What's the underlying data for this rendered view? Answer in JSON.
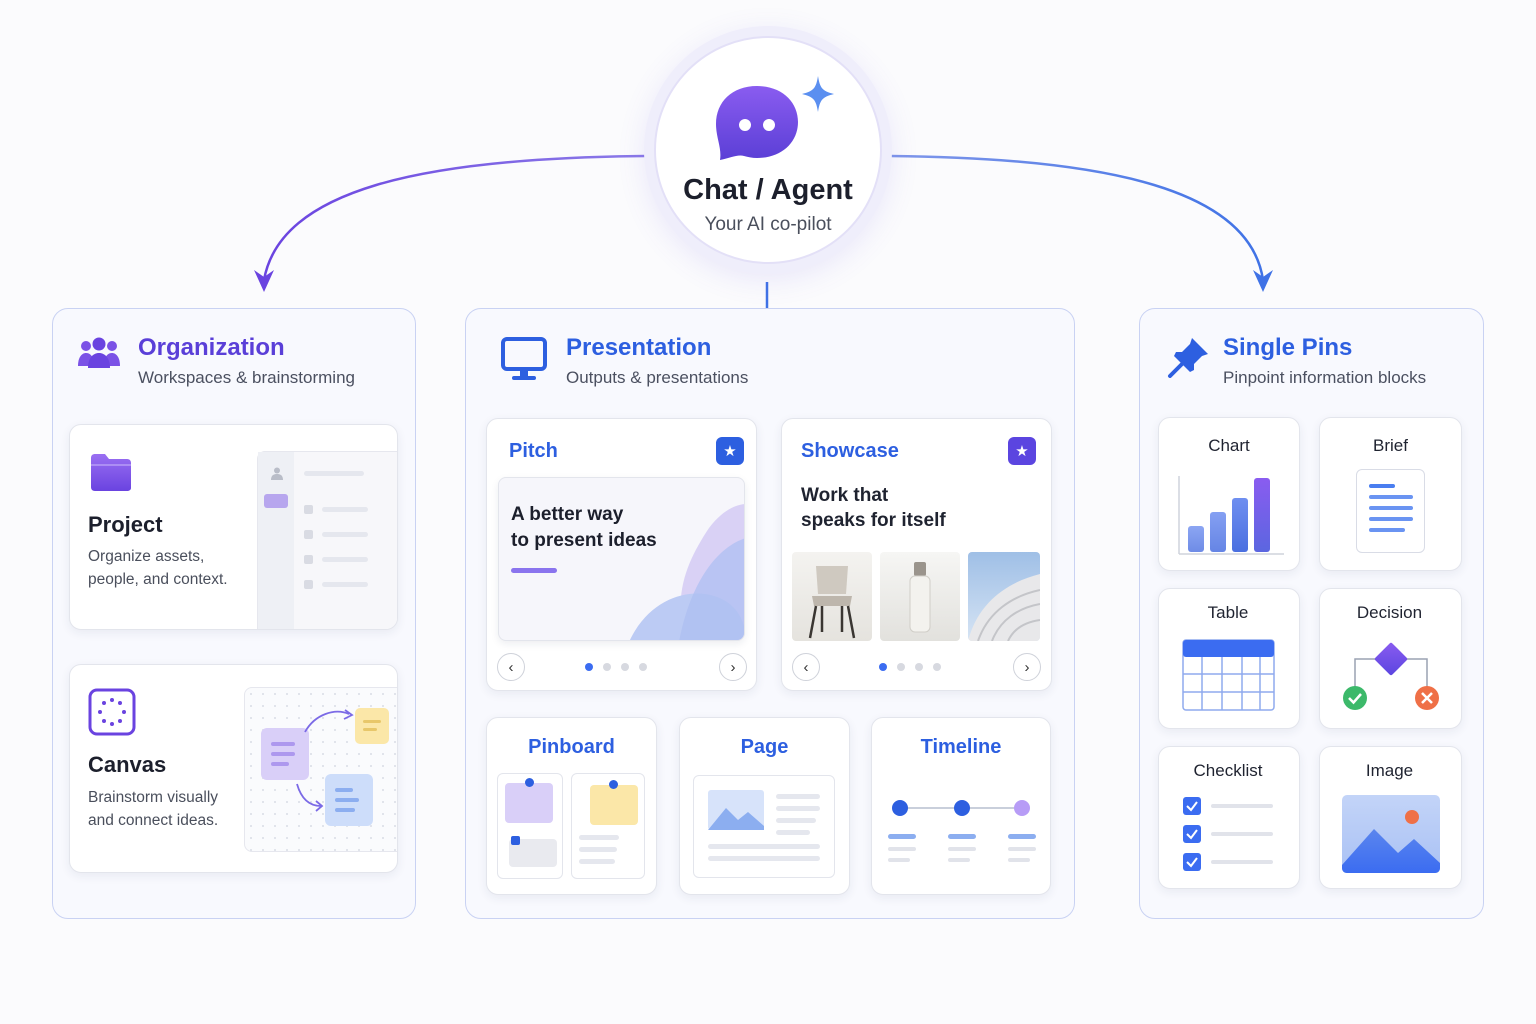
{
  "hub": {
    "title": "Chat / Agent",
    "subtitle": "Your AI co-pilot"
  },
  "organization": {
    "title": "Organization",
    "subtitle": "Workspaces & brainstorming",
    "project": {
      "title": "Project",
      "desc_line1": "Organize assets,",
      "desc_line2": "people, and context."
    },
    "canvas": {
      "title": "Canvas",
      "desc_line1": "Brainstorm visually",
      "desc_line2": "and connect ideas."
    }
  },
  "presentation": {
    "title": "Presentation",
    "subtitle": "Outputs & presentations",
    "pitch": {
      "title": "Pitch",
      "slide_line1": "A better way",
      "slide_line2": "to present ideas",
      "page": 1,
      "pages": 4
    },
    "showcase": {
      "title": "Showcase",
      "heading_line1": "Work that",
      "heading_line2": "speaks for itself",
      "page": 1,
      "pages": 4
    },
    "pinboard": {
      "title": "Pinboard"
    },
    "page": {
      "title": "Page"
    },
    "timeline": {
      "title": "Timeline"
    }
  },
  "single_pins": {
    "title": "Single Pins",
    "subtitle": "Pinpoint information blocks",
    "items": [
      {
        "label": "Chart"
      },
      {
        "label": "Brief"
      },
      {
        "label": "Table"
      },
      {
        "label": "Decision"
      },
      {
        "label": "Checklist"
      },
      {
        "label": "Image"
      }
    ]
  },
  "colors": {
    "purple": "#6a43e0",
    "blue": "#2d5fe0",
    "green": "#3cb96a",
    "orange": "#ef7047"
  }
}
